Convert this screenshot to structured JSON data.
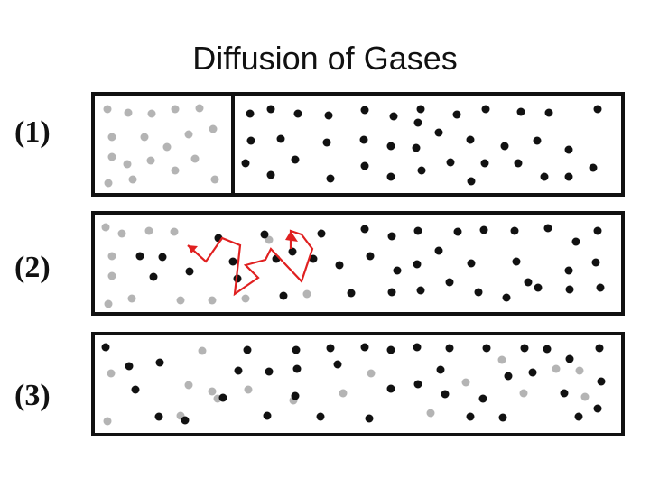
{
  "title": "Diffusion of Gases",
  "panels": [
    {
      "label": "(1)"
    },
    {
      "label": "(2)"
    },
    {
      "label": "(3)"
    }
  ],
  "colors": {
    "background": "#ffffff",
    "border": "#111111",
    "black_particle": "#111111",
    "gray_particle": "#b4b4b4",
    "path": "#e02020"
  }
}
